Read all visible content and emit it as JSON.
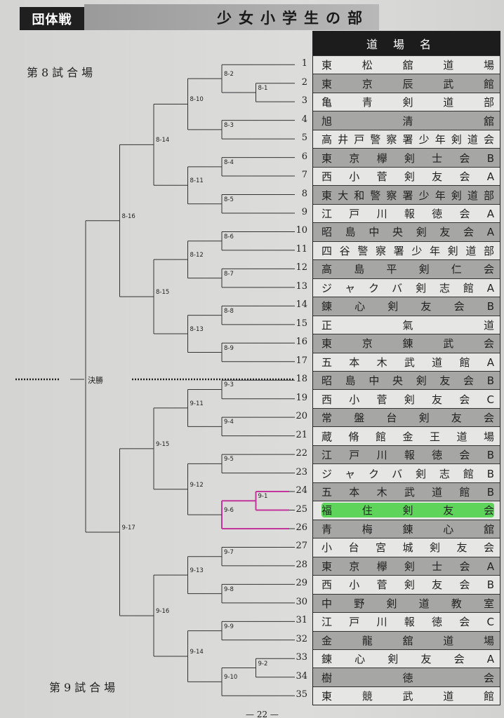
{
  "header": {
    "category": "団体戦",
    "division": "少女小学生の部"
  },
  "venues": {
    "top": "第8試合場",
    "bottom": "第9試合場"
  },
  "table_header": "道場名",
  "teams": [
    "東松舘道場",
    "東京辰武館",
    "亀青剣道部",
    "旭　清　舘",
    "高井戸警察署少年剣道会",
    "東京欅剣士会B",
    "西小菅剣友会A",
    "東大和警察署少年剣道部",
    "江戸川報徳会A",
    "昭島中央剣友会A",
    "四谷警察署少年剣道部",
    "高島平剣仁会",
    "ジャクバ剣志館A",
    "錬心剣友会B",
    "正　氣　道",
    "東京錬武会",
    "五本木武道館A",
    "昭島中央剣友会B",
    "西小菅剣友会C",
    "常盤台剣友会",
    "蔵脩館金王道場",
    "江戸川報徳会B",
    "ジャクバ剣志館B",
    "五本木武道館B",
    "福住剣友会",
    "青梅錬心舘",
    "小台宮城剣友会",
    "東京欅剣士会A",
    "西小菅剣友会B",
    "中野剣道教室",
    "江戸川報徳会C",
    "金龍舘道場",
    "錬心剣友会A",
    "樹　徳　会",
    "東競武道館"
  ],
  "final_label": "決勝",
  "bracket": {
    "final": [
      "8-16",
      "9-17"
    ],
    "8-16": [
      "8-14",
      "8-15"
    ],
    "8-14": [
      "8-10",
      "8-11"
    ],
    "8-10": [
      "8-2",
      "8-3"
    ],
    "8-2": [
      1,
      "8-1"
    ],
    "8-1": [
      2,
      3
    ],
    "8-3": [
      4,
      5
    ],
    "8-11": [
      "8-4",
      "8-5"
    ],
    "8-4": [
      6,
      7
    ],
    "8-5": [
      8,
      9
    ],
    "8-15": [
      "8-12",
      "8-13"
    ],
    "8-12": [
      "8-6",
      "8-7"
    ],
    "8-6": [
      10,
      11
    ],
    "8-7": [
      12,
      13
    ],
    "8-13": [
      "8-8",
      "8-9"
    ],
    "8-8": [
      14,
      15
    ],
    "8-9": [
      16,
      17
    ],
    "9-17": [
      "9-15",
      "9-16"
    ],
    "9-15": [
      "9-11",
      "9-12"
    ],
    "9-11": [
      "9-3",
      "9-4"
    ],
    "9-3": [
      18,
      19
    ],
    "9-4": [
      20,
      21
    ],
    "9-12": [
      "9-5",
      "9-6"
    ],
    "9-5": [
      22,
      23
    ],
    "9-6": [
      "9-1",
      26
    ],
    "9-1": [
      24,
      25
    ],
    "9-16": [
      "9-13",
      "9-14"
    ],
    "9-13": [
      "9-7",
      "9-8"
    ],
    "9-7": [
      27,
      28
    ],
    "9-8": [
      29,
      30
    ],
    "9-14": [
      "9-9",
      "9-10"
    ],
    "9-9": [
      31,
      32
    ],
    "9-10": [
      "9-2",
      35
    ],
    "9-2": [
      33,
      34
    ]
  },
  "highlight": {
    "team": 25,
    "path": [
      "9-1",
      "9-6"
    ],
    "marker_color": "#5ed45a",
    "pen_color": "#c2359a"
  },
  "page_number": "— 22 —"
}
